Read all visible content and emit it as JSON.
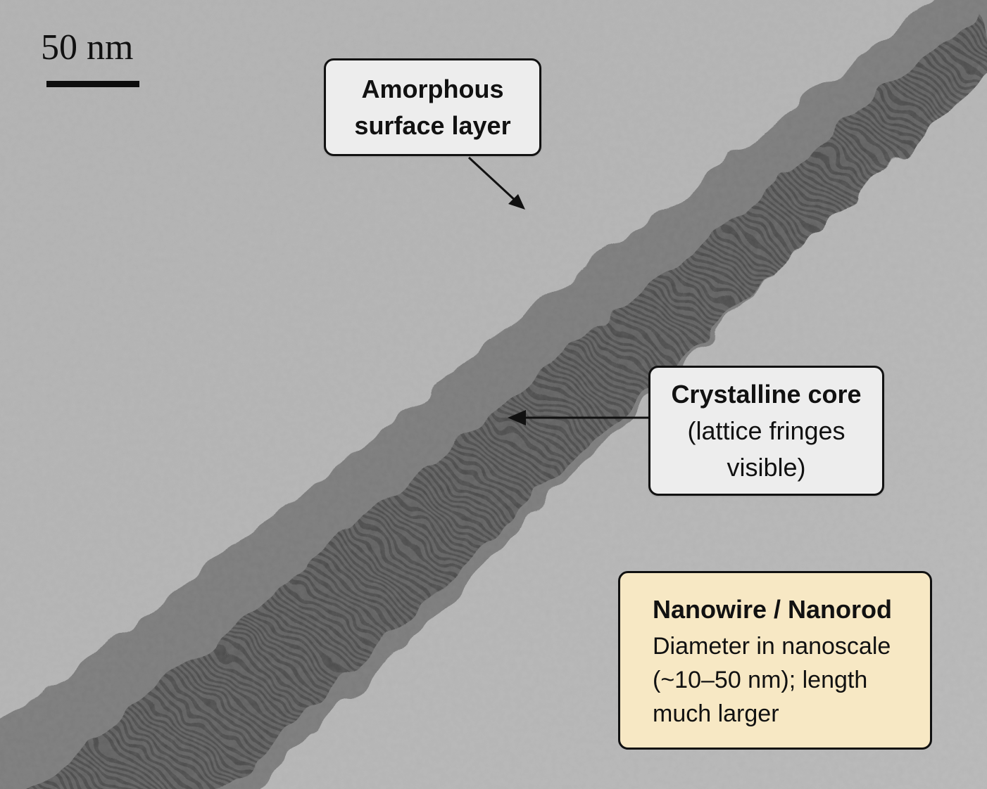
{
  "scale_bar": {
    "label": "50 nm"
  },
  "callouts": {
    "amorphous": {
      "line1": "Amorphous",
      "line2": "surface layer"
    },
    "crystalline": {
      "line1": "Crystalline core",
      "line2": "(lattice fringes",
      "line3": "visible)"
    }
  },
  "info_box": {
    "title": "Nanowire / Nanorod",
    "line1": "Diameter in nanoscale",
    "line2": "(~10–50 nm); length",
    "line3": "much larger"
  },
  "colors": {
    "background": "#b8b8b8",
    "wire_shell": "#7a7a7a",
    "wire_core": "#5e5e5e",
    "callout_fill": "#ededed",
    "info_fill": "#f7e8c4",
    "ink": "#111111"
  }
}
